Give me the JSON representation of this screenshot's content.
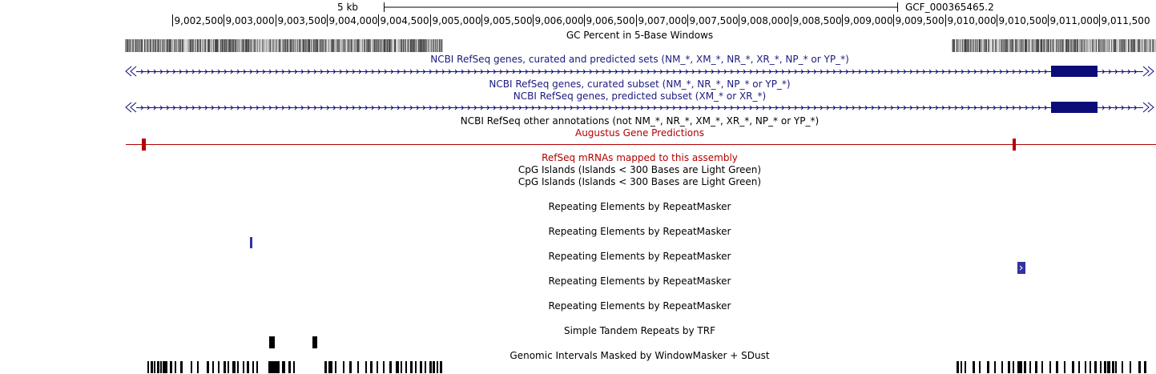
{
  "ruler": {
    "scale_label": "5 kb",
    "assembly": "GCF_000365465.2",
    "positions": [
      "9,002,500",
      "9,003,000",
      "9,003,500",
      "9,004,000",
      "9,004,500",
      "9,005,000",
      "9,005,500",
      "9,006,000",
      "9,006,500",
      "9,007,000",
      "9,007,500",
      "9,008,000",
      "9,008,500",
      "9,009,000",
      "9,009,500",
      "9,010,000",
      "9,010,500",
      "9,011,000",
      "9,011,500"
    ]
  },
  "tracks": {
    "gc_percent": "GC Percent in 5-Base Windows",
    "refseq_all": "NCBI RefSeq genes, curated and predicted sets (NM_*, XM_*, NR_*, XR_*, NP_* or YP_*)",
    "refseq_curated": "NCBI RefSeq genes, curated subset (NM_*, NR_*, NP_* or YP_*)",
    "refseq_predicted": "NCBI RefSeq genes, predicted subset (XM_* or XR_*)",
    "refseq_other": "NCBI RefSeq other annotations (not NM_*, NR_*, XM_*, XR_*, NP_* or YP_*)",
    "augustus": "Augustus Gene Predictions",
    "refseq_mrna": "RefSeq mRNAs mapped to this assembly",
    "cpg_1": "CpG Islands (Islands < 300 Bases are Light Green)",
    "cpg_2": "CpG Islands (Islands < 300 Bases are Light Green)",
    "rmsk_1": "Repeating Elements by RepeatMasker",
    "rmsk_2": "Repeating Elements by RepeatMasker",
    "rmsk_3": "Repeating Elements by RepeatMasker",
    "rmsk_4": "Repeating Elements by RepeatMasker",
    "rmsk_5": "Repeating Elements by RepeatMasker",
    "trf": "Simple Tandem Repeats by TRF",
    "windowmasker": "Genomic Intervals Masked by WindowMasker + SDust"
  },
  "colors": {
    "refseq_blue": "#0c0c78",
    "track_title_blue": "#1a1a80",
    "augustus_red": "#b30000",
    "rmsk_blue": "#3232a0",
    "black": "#000000",
    "gc_gray": "#888888"
  }
}
